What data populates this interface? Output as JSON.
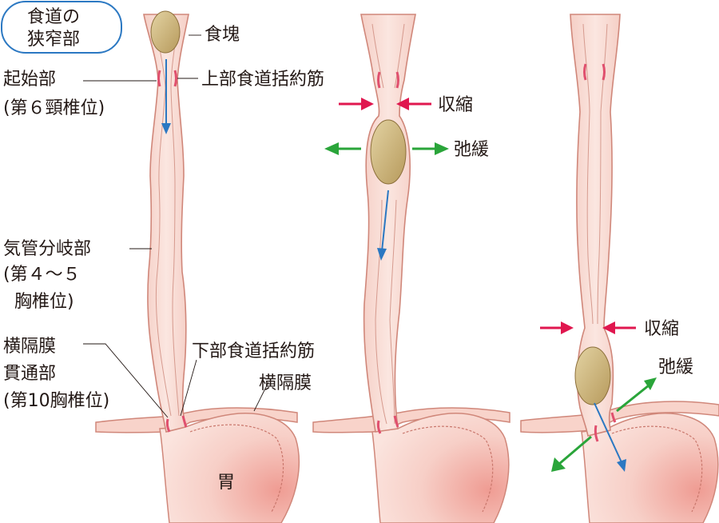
{
  "title_badge": {
    "line1": "食道の",
    "line2": "狭窄部"
  },
  "labels": {
    "bolus": "食塊",
    "ues": "上部食道括約筋",
    "start": "起始部",
    "start_sub": "(第６頸椎位)",
    "tracheal": "気管分岐部",
    "tracheal_sub1": "(第４～５",
    "tracheal_sub2": "胸椎位)",
    "hiatus": "横隔膜",
    "hiatus_sub1": "貫通部",
    "hiatus_sub2": "(第10胸椎位)",
    "les": "下部食道括約筋",
    "diaphragm": "横隔膜",
    "stomach": "胃",
    "contract_1": "収縮",
    "relax_1": "弛緩",
    "contract_2": "収縮",
    "relax_2": "弛緩"
  },
  "colors": {
    "esophagus_fill": "#f7d7cf",
    "esophagus_stroke": "#d0877a",
    "stomach_fill": "#f6c9c0",
    "bolus": "#c9b27a",
    "sphincter": "#e0506e",
    "contract_arrow": "#e0174f",
    "relax_arrow": "#2aa53a",
    "flow_arrow": "#2b78c2",
    "badge_border": "#2b78c2"
  }
}
